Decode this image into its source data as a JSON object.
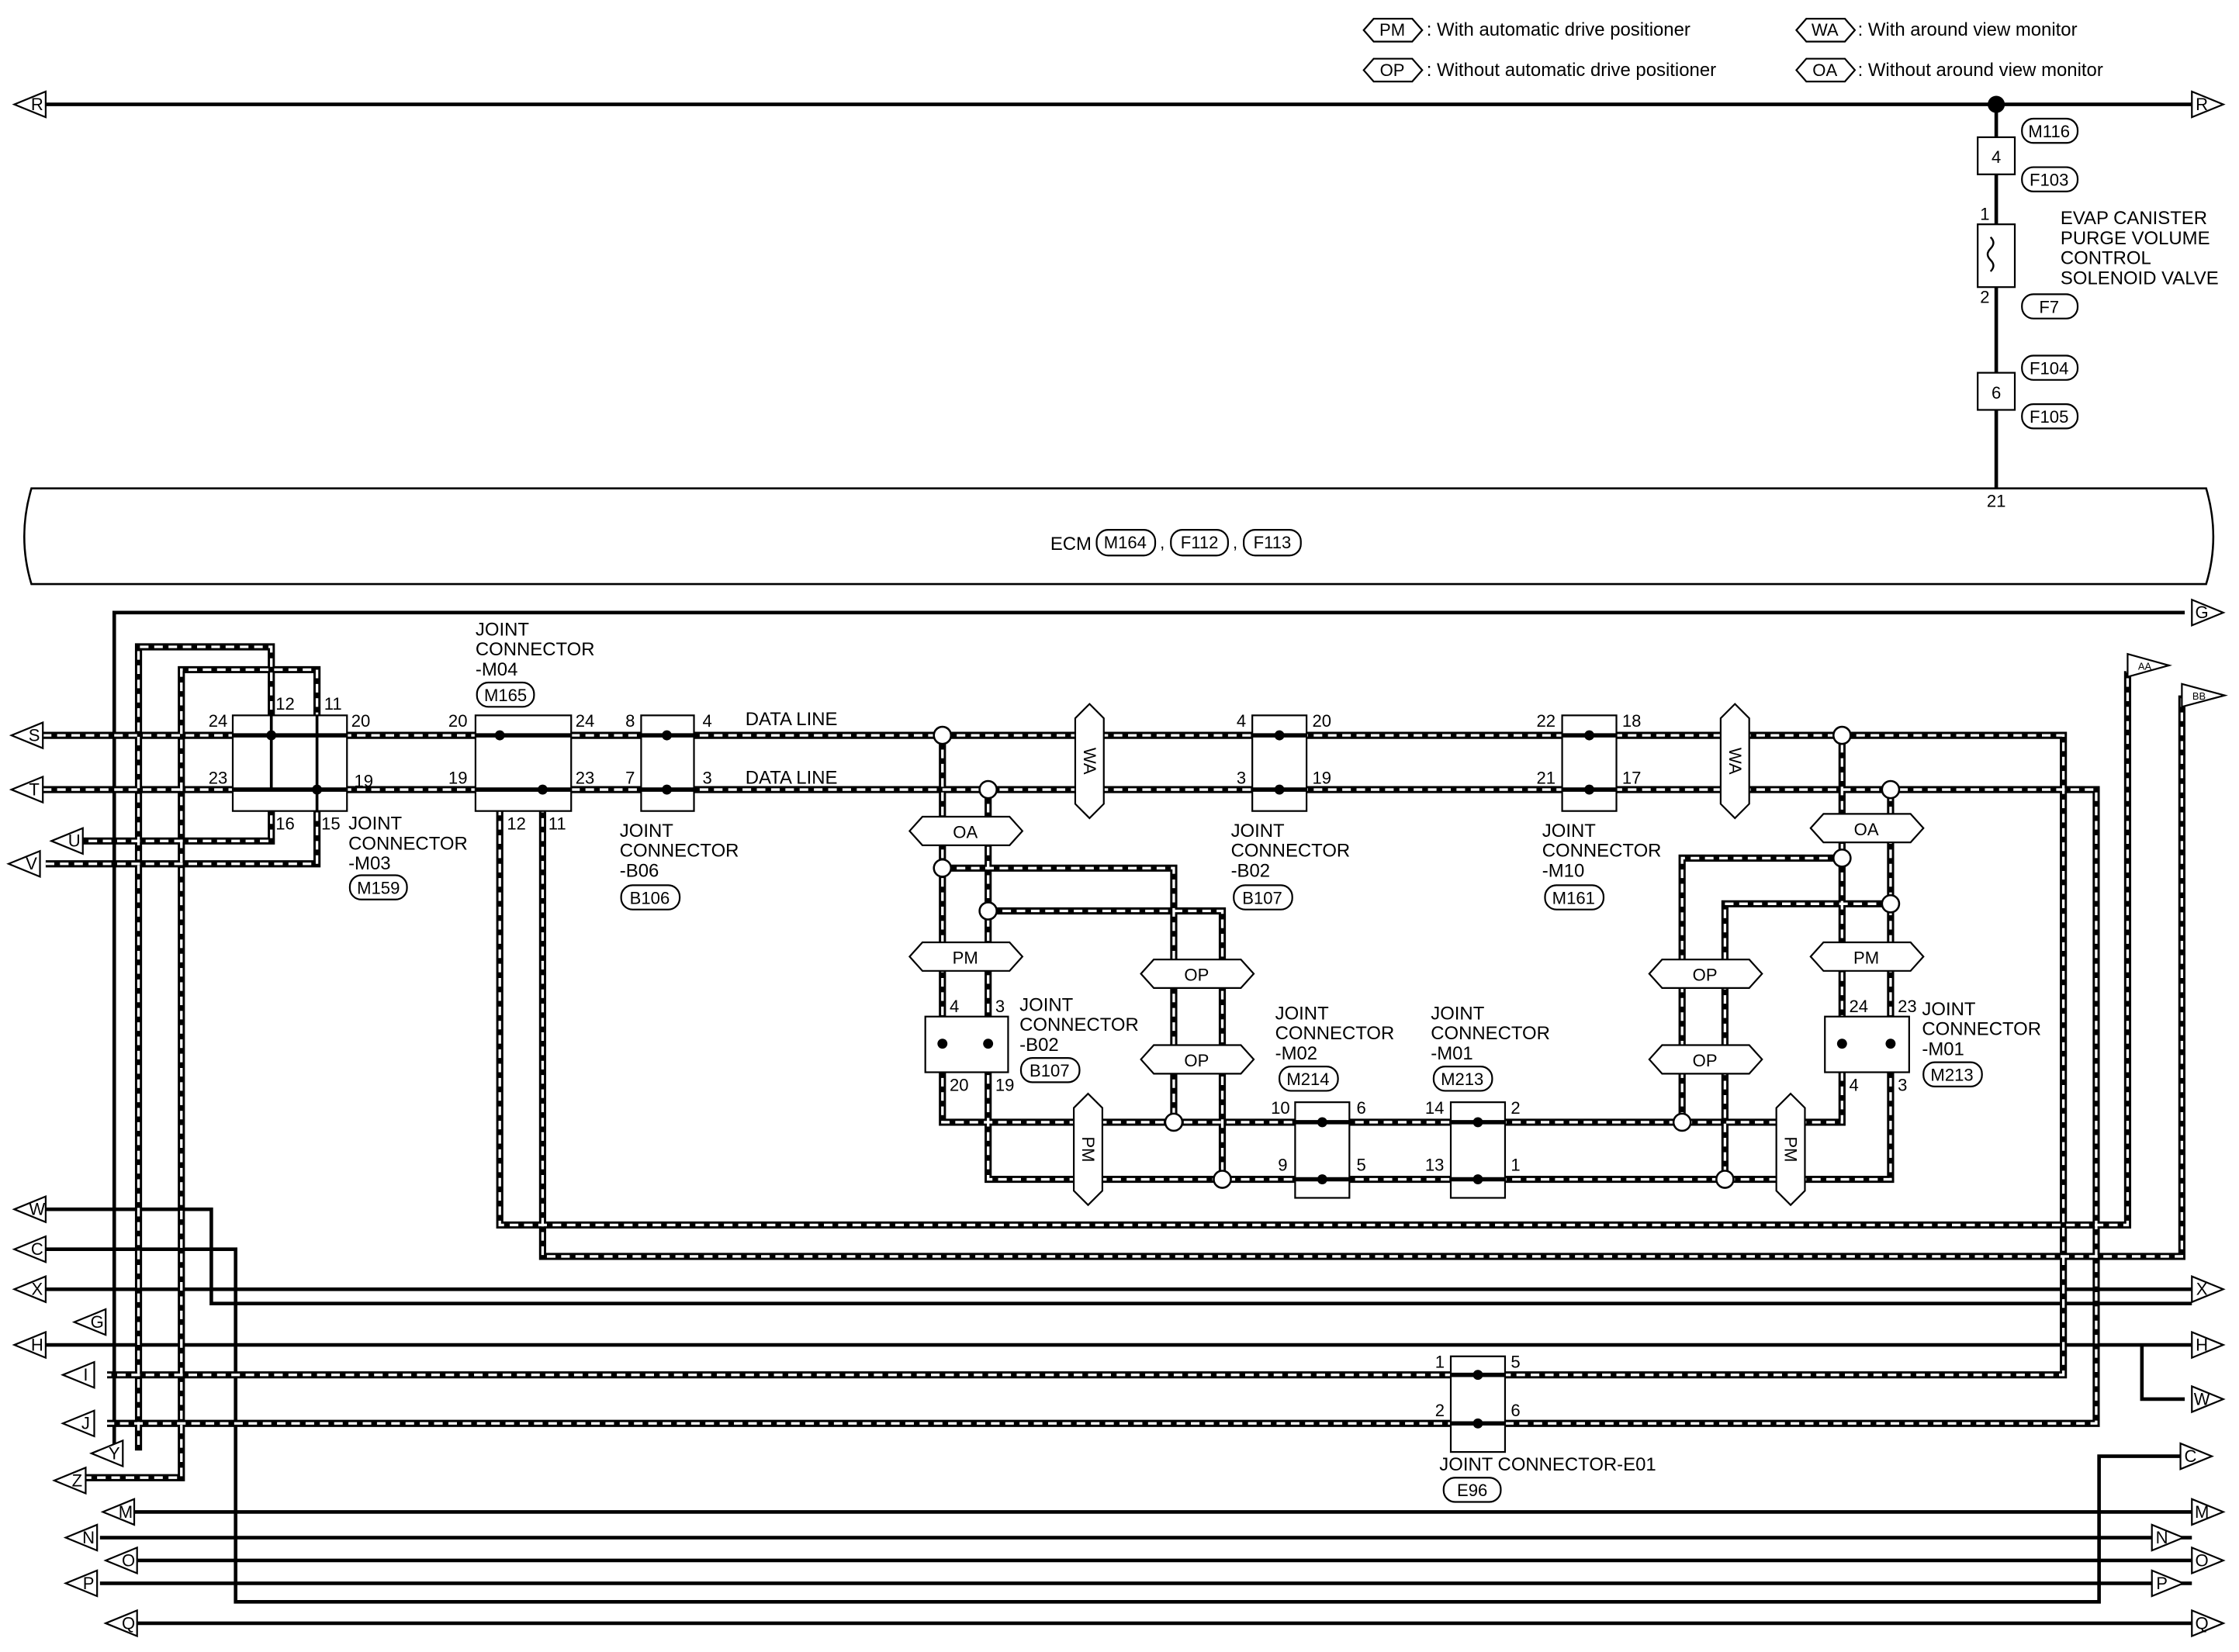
{
  "legend": [
    {
      "code": "PM",
      "text": ": With automatic drive positioner"
    },
    {
      "code": "OP",
      "text": ": Without automatic drive positioner"
    },
    {
      "code": "WA",
      "text": ": With around view monitor"
    },
    {
      "code": "OA",
      "text": ": Without around view monitor"
    }
  ],
  "evap": {
    "conn_top": "M116",
    "conn_top2": "F103",
    "pin_top": "4",
    "pin1": "1",
    "pin2": "2",
    "title": "EVAP CANISTER\nPURGE VOLUME\nCONTROL\nSOLENOID VALVE",
    "conn": "F7",
    "pin_mid": "6",
    "conn_mid": "F104",
    "conn_mid2": "F105"
  },
  "ecm": {
    "label": "ECM",
    "connectors": [
      "M164",
      "F112",
      "F113"
    ],
    "sep": ",",
    "pin": "21"
  },
  "data_line": "DATA LINE",
  "joint_connectors": {
    "m03": {
      "title": "JOINT\nCONNECTOR\n-M03",
      "conn": "M159",
      "pins": [
        "24",
        "12",
        "11",
        "20",
        "23",
        "19",
        "16",
        "15"
      ]
    },
    "m04": {
      "title": "JOINT\nCONNECTOR\n-M04",
      "conn": "M165",
      "pins": [
        "20",
        "24",
        "19",
        "23",
        "12",
        "11"
      ]
    },
    "b06": {
      "title": "JOINT\nCONNECTOR\n-B06",
      "conn": "B106",
      "pins": [
        "8",
        "4",
        "7",
        "3"
      ]
    },
    "b02_top": {
      "title": "JOINT\nCONNECTOR\n-B02",
      "conn": "B107",
      "pins": [
        "4",
        "20",
        "3",
        "19"
      ]
    },
    "m10": {
      "title": "JOINT\nCONNECTOR\n-M10",
      "conn": "M161",
      "pins": [
        "22",
        "18",
        "21",
        "17"
      ]
    },
    "b02_low": {
      "title": "JOINT\nCONNECTOR\n-B02",
      "conn": "B107",
      "pins": [
        "4",
        "3",
        "20",
        "19"
      ]
    },
    "m02": {
      "title": "JOINT\nCONNECTOR\n-M02",
      "conn": "M214",
      "pins": [
        "10",
        "6",
        "9",
        "5"
      ]
    },
    "m01_mid": {
      "title": "JOINT\nCONNECTOR\n-M01",
      "conn": "M213",
      "pins": [
        "14",
        "2",
        "13",
        "1"
      ]
    },
    "m01_right": {
      "title": "JOINT\nCONNECTOR\n-M01",
      "conn": "M213",
      "pins": [
        "24",
        "23",
        "4",
        "3"
      ]
    },
    "e01": {
      "title": "JOINT CONNECTOR-E01",
      "conn": "E96",
      "pins": [
        "1",
        "5",
        "2",
        "6"
      ]
    }
  },
  "options": {
    "oa": "OA",
    "pm": "PM",
    "op": "OP",
    "wa": "WA"
  },
  "terminals_left": [
    "R",
    "S",
    "T",
    "U",
    "V",
    "W",
    "C",
    "X",
    "G",
    "H",
    "I",
    "J",
    "Y",
    "Z",
    "M",
    "N",
    "O",
    "P",
    "Q"
  ],
  "terminals_right": [
    "R",
    "G",
    "AA",
    "BB",
    "X",
    "H",
    "W",
    "C",
    "M",
    "N",
    "O",
    "P",
    "Q"
  ]
}
